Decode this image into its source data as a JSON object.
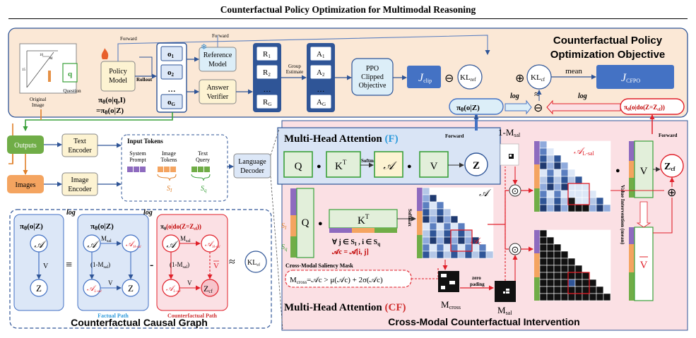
{
  "page_title": "Counterfactual Policy Optimization for Multimodal Reasoning",
  "colors": {
    "top_panel": "#fbe8d6",
    "right_panel": "#fbe0e4",
    "mha_f_panel": "#d9e4f5",
    "graph_panel": "#dce7f7",
    "red_accent": "#e0202a",
    "dark_blue": "#2f5597",
    "block_blue": "#4472c4",
    "outputs_green": "#70ad47",
    "images_orange": "#f4a460",
    "text_box": "#fdf3d2",
    "factual_blue": "#2f9bdc",
    "counterfactual_red": "#d03030"
  },
  "top": {
    "objective_title_1": "Counterfactual Policy",
    "objective_title_2": "Optimization Objective",
    "original_image_label_1": "Original",
    "original_image_label_2": "Image",
    "plot_tick_15": "15",
    "plot_tick_10": "10",
    "plot_label_m": "M",
    "question_glyph": "q",
    "question_label": "Question",
    "policy_label_1": "Policy",
    "policy_label_2": "Model",
    "fire_icon": "fire-icon",
    "forward_top": "Forward",
    "forward_ref": "Forward",
    "rollout": "Rollout",
    "o_items": [
      "o",
      "o",
      "…",
      "o"
    ],
    "o_subs": [
      "1",
      "2",
      "",
      "G"
    ],
    "snowflake_icon": "snowflake-icon",
    "reference_label_1": "Reference",
    "reference_label_2": "Model",
    "verifier_label_1": "Answer",
    "verifier_label_2": "Verifier",
    "r_items": [
      "R",
      "R",
      "…",
      "R"
    ],
    "r_subs": [
      "1",
      "2",
      "",
      "G"
    ],
    "group_estimate_1": "Group",
    "group_estimate_2": "Estimate",
    "a_items": [
      "A",
      "A",
      "…",
      "A"
    ],
    "a_subs": [
      "1",
      "2",
      "",
      "G"
    ],
    "ppo_1": "PPO",
    "ppo_2": "Clipped",
    "ppo_3": "Objective",
    "j_clip": "J",
    "j_clip_sub": "clip",
    "minus_symbol": "⊖",
    "kl_ref": "KL",
    "kl_ref_sub": "ref",
    "plus_symbol": "⊕",
    "kl_cf": "KL",
    "kl_cf_sub": "cf",
    "mean": "mean",
    "j_cfpo": "J",
    "j_cfpo_sub": "CFPO",
    "approx": "≈",
    "log_1": "log",
    "log_2": "log",
    "pi_qi": "π",
    "pi_qi_sub": "θ",
    "pi_qi_arg": "(o|q,I)",
    "pi_eq": "=π",
    "pi_eq_sub": "θ",
    "pi_eq_arg": "(o|Z)",
    "pi_z": "π",
    "pi_z_sub": "θ",
    "pi_z_arg": "(o|Z)",
    "pi_do": "π",
    "pi_do_sub": "θ",
    "pi_do_arg": "(o|do(Z=Z",
    "pi_do_arg_sub": "cf",
    "pi_do_arg_end": "))"
  },
  "middle": {
    "outputs": "Outputs",
    "images": "Images",
    "text_encoder_1": "Text",
    "text_encoder_2": "Encoder",
    "image_encoder_1": "Image",
    "image_encoder_2": "Encoder",
    "input_tokens": "Input Tokens",
    "system_prompt_1": "System",
    "system_prompt_2": "Prompt",
    "image_tokens_1": "Image",
    "image_tokens_2": "Tokens",
    "text_query_1": "Text",
    "text_query_2": "Query",
    "s_i": "S",
    "s_i_sub": "I",
    "s_q": "S",
    "s_q_sub": "q",
    "language_decoder_1": "Language",
    "language_decoder_2": "Decoder"
  },
  "mha_f": {
    "title": "Multi-Head Attention",
    "title_tag": "(F)",
    "q": "Q",
    "dot": "●",
    "k": "K",
    "k_sup": "T",
    "softmax": "Softmax",
    "a": "𝒜",
    "v": "V",
    "z": "Z",
    "forward": "Forward"
  },
  "cf": {
    "q": "Q",
    "s_i": "S",
    "s_i_sub": "I",
    "s_q": "S",
    "s_q_sub": "q",
    "k": "K",
    "k_sup": "T",
    "cond_1": "∀ j ∈ S",
    "cond_1_sub": "I",
    "cond_1b": " , i ∈ S",
    "cond_1b_sub": "q",
    "cond_2": "𝒜c = 𝒜[i, j]",
    "softmax": "Softmax",
    "saliency_mask": "Cross-Modal Saliency Mask",
    "mcross_formula": "M",
    "mcross_formula_sub": "cross",
    "mcross_formula_rest": "=𝒜c > μ(𝒜c) + 2σ(𝒜c)",
    "zero_pading_1": "zero",
    "zero_pading_2": "pading",
    "m_cross": "M",
    "m_cross_sub": "cross",
    "m_sal": "M",
    "m_sal_sub": "sal",
    "one_minus_msal": "1-M",
    "one_minus_msal_sub": "sal",
    "a_matrix": "𝒜",
    "a_c": "𝒜",
    "a_c_sub": "c",
    "a_lsal": "𝒜",
    "a_lsal_sub": "L-sal",
    "a_hsal": "𝒜",
    "a_hsal_sub": "H-sal",
    "odot": "⊙",
    "value_intervention": "Value Intervention (mean)",
    "v": "V",
    "v_bar": "V",
    "z_cf": "Z",
    "z_cf_sub": "cf",
    "oplus": "⊕",
    "forward": "Forward",
    "mha_cf_title": "Multi-Head Attention",
    "mha_cf_tag": "(CF)",
    "bottom_title": "Cross-Modal Counterfactual Intervention"
  },
  "graph": {
    "title": "Counterfactual Causal Graph",
    "pi_z": "π",
    "pi_z_sub": "θ",
    "pi_z_arg": "(o|Z)",
    "pi_z2": "π",
    "pi_z2_sub": "θ",
    "pi_z2_arg": "(o|Z)",
    "pi_do": "π",
    "pi_do_sub": "θ",
    "pi_do_arg": "(o|do(Z=Z",
    "pi_do_arg_sub": "cf",
    "pi_do_arg_end": "))",
    "node_a": "𝒜",
    "node_z": "Z",
    "node_zcf": "Z",
    "node_zcf_sub": "cf",
    "node_hsal": "𝒜",
    "node_hsal_sub": "H-sal",
    "node_lsal": "𝒜",
    "node_lsal_sub": "L-sal",
    "edge_v": "V",
    "edge_msal": "M",
    "edge_msal_sub": "sal",
    "edge_1msal": "(1-M",
    "edge_1msal_sub": "sal",
    "edge_1msal_end": ")",
    "v_bar": "V",
    "equiv": "≡",
    "minus": "-",
    "approx": "≈",
    "log_1": "log",
    "log_2": "log",
    "kl_cf": "KL",
    "kl_cf_sub": "cf",
    "factual_path": "Factual Path",
    "counterfactual_path": "Counterfactual Path"
  }
}
